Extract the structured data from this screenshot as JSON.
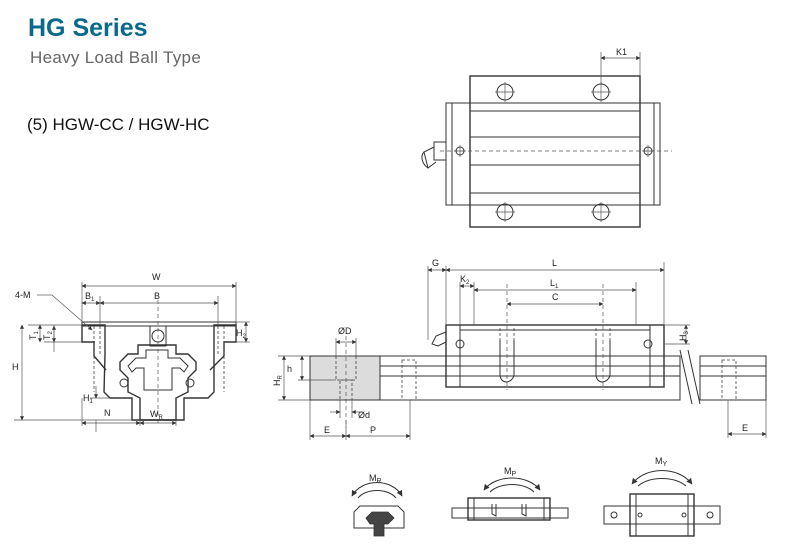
{
  "header": {
    "title": "HG Series",
    "subtitle": "Heavy Load Ball Type",
    "model": "(5) HGW-CC / HGW-HC"
  },
  "top_view": {
    "dims": {
      "k1": "K1"
    }
  },
  "end_view": {
    "dims": {
      "w": "W",
      "b1": "B",
      "b1_sub": "1",
      "b": "B",
      "m": "4-M",
      "t1": "T",
      "t1_sub": "1",
      "t2": "T",
      "t2_sub": "2",
      "h": "H",
      "h1": "H",
      "h1_sub": "1",
      "h2": "H",
      "h2_sub": "2",
      "n": "N",
      "wr": "W",
      "wr_sub": "R"
    }
  },
  "side_view": {
    "dims": {
      "g": "G",
      "l": "L",
      "k2": "K",
      "k2_sub": "2",
      "l1": "L",
      "l1_sub": "1",
      "c": "C",
      "h3": "H",
      "h3_sub": "3",
      "hr": "H",
      "hr_sub": "R",
      "h": "h",
      "dd": "ØD",
      "d": "Ød",
      "e": "E",
      "p": "P",
      "e2": "E"
    }
  },
  "moments": {
    "mr": "M",
    "mr_sub": "R",
    "mp": "M",
    "mp_sub": "P",
    "my": "M",
    "my_sub": "Y"
  }
}
